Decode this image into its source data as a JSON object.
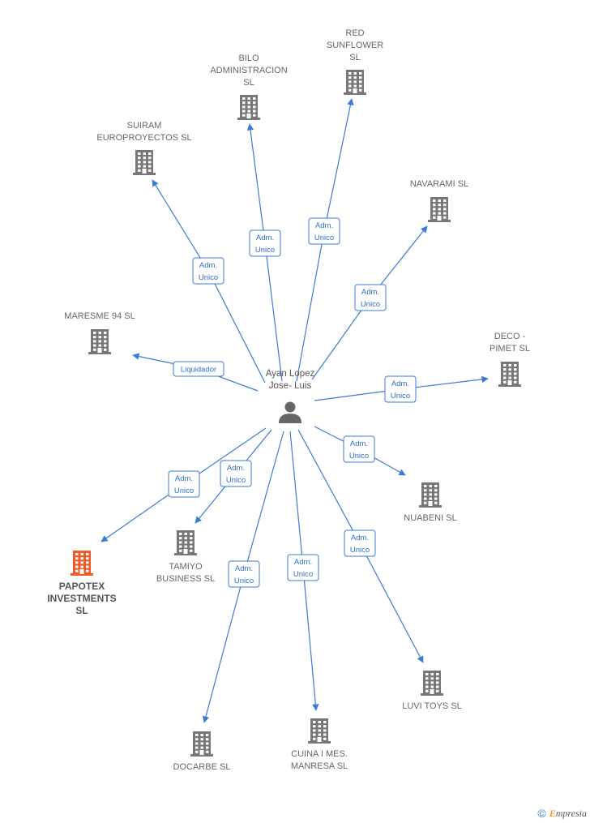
{
  "center": {
    "id": "person",
    "label_lines": [
      "Ayan Lopez",
      "Jose- Luis"
    ]
  },
  "nodes": [
    {
      "id": "suiram",
      "label_lines": [
        "SUIRAM",
        "EUROPROYECTOS SL"
      ],
      "highlight": false
    },
    {
      "id": "bilo",
      "label_lines": [
        "BILO",
        "ADMINISTRACION",
        "SL"
      ],
      "highlight": false
    },
    {
      "id": "red",
      "label_lines": [
        "RED",
        "SUNFLOWER",
        "SL"
      ],
      "highlight": false
    },
    {
      "id": "navarami",
      "label_lines": [
        "NAVARAMI SL"
      ],
      "highlight": false
    },
    {
      "id": "maresme",
      "label_lines": [
        "MARESME 94 SL"
      ],
      "highlight": false
    },
    {
      "id": "deco",
      "label_lines": [
        "DECO -",
        "PIMET  SL"
      ],
      "highlight": false
    },
    {
      "id": "nuabeni",
      "label_lines": [
        "NUABENI SL"
      ],
      "highlight": false
    },
    {
      "id": "tamiyo",
      "label_lines": [
        "TAMIYO",
        "BUSINESS  SL"
      ],
      "highlight": false
    },
    {
      "id": "papotex",
      "label_lines": [
        "PAPOTEX",
        "INVESTMENTS",
        "SL"
      ],
      "highlight": true
    },
    {
      "id": "luvi",
      "label_lines": [
        "LUVI TOYS  SL"
      ],
      "highlight": false
    },
    {
      "id": "docarbe",
      "label_lines": [
        "DOCARBE  SL"
      ],
      "highlight": false
    },
    {
      "id": "cuina",
      "label_lines": [
        "CUINA I MES.",
        "MANRESA  SL"
      ],
      "highlight": false
    }
  ],
  "edges": [
    {
      "to": "suiram",
      "label_lines": [
        "Adm.",
        "Unico"
      ]
    },
    {
      "to": "bilo",
      "label_lines": [
        "Adm.",
        "Unico"
      ]
    },
    {
      "to": "red",
      "label_lines": [
        "Adm.",
        "Unico"
      ]
    },
    {
      "to": "navarami",
      "label_lines": [
        "Adm.",
        "Unico"
      ]
    },
    {
      "to": "maresme",
      "label_lines": [
        "Liquidador"
      ]
    },
    {
      "to": "deco",
      "label_lines": [
        "Adm.",
        "Unico"
      ]
    },
    {
      "to": "nuabeni",
      "label_lines": [
        "Adm.",
        "Unico"
      ]
    },
    {
      "to": "tamiyo",
      "label_lines": [
        "Adm.",
        "Unico"
      ]
    },
    {
      "to": "papotex",
      "label_lines": [
        "Adm.",
        "Unico"
      ]
    },
    {
      "to": "luvi",
      "label_lines": [
        "Adm.",
        "Unico"
      ]
    },
    {
      "to": "docarbe",
      "label_lines": [
        "Adm.",
        "Unico"
      ]
    },
    {
      "to": "cuina",
      "label_lines": [
        "Adm.",
        "Unico"
      ]
    }
  ],
  "colors": {
    "edge": "#3a7bd5",
    "building": "#777777",
    "building_highlight": "#f05a28",
    "person": "#666666"
  },
  "footer": {
    "copyright_symbol": "©",
    "brand_initial": "E",
    "brand_rest": "mpresia"
  }
}
